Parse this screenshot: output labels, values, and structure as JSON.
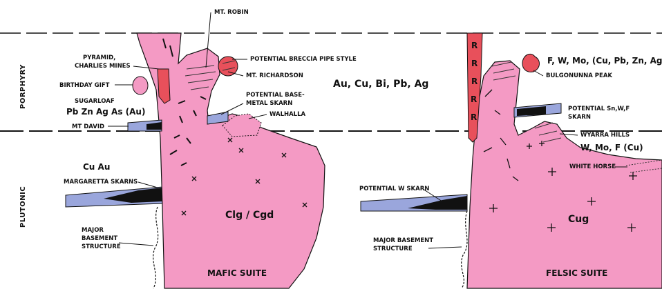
{
  "zones": {
    "porphyry": "PORPHYRY",
    "plutonic": "PLUTONIC"
  },
  "mafic": {
    "mt_robin": "MT. ROBIN",
    "pyramid_line1": "PYRAMID,",
    "pyramid_line2": "CHARLIES MINES",
    "birthday_gift": "BIRTHDAY GIFT",
    "sugarloaf": "SUGARLOAF",
    "sugarloaf_metals": "Pb Zn Ag As (Au)",
    "mt_david": "MT DAVID",
    "breccia": "POTENTIAL BRECCIA PIPE STYLE",
    "mt_richardson": "MT. RICHARDSON",
    "metals_main": "Au, Cu, Bi, Pb, Ag",
    "base_metal_line1": "POTENTIAL BASE-",
    "base_metal_line2": "METAL SKARN",
    "walhalla": "WALHALLA",
    "cu_au": "Cu Au",
    "margaretta": "MARGARETTA SKARNS",
    "basement_line1": "MAJOR",
    "basement_line2": "BASEMENT",
    "basement_line3": "STRUCTURE",
    "rock_code": "Clg / Cgd",
    "suite_name": "MAFIC SUITE"
  },
  "felsic": {
    "metals_top": "F, W, Mo, (Cu, Pb, Zn, Ag)",
    "bulgonunna": "BULGONUNNA PEAK",
    "potential_snwf_line1": "POTENTIAL Sn,W,F",
    "potential_snwf_line2": "SKARN",
    "wyarra": "WYARRA HILLS",
    "wyarra_metals": "W, Mo, F (Cu)",
    "white_horse": "WHITE HORSE",
    "potential_w": "POTENTIAL W SKARN",
    "basement_line1": "MAJOR BASEMENT",
    "basement_line2": "STRUCTURE",
    "rock_code": "Cug",
    "suite_name": "FELSIC SUITE",
    "dyke_letter": "R"
  },
  "colors": {
    "intrusion": "#f49ac4",
    "dyke": "#e8505b",
    "layer": "#9aa6dc",
    "ore": "#111111"
  }
}
